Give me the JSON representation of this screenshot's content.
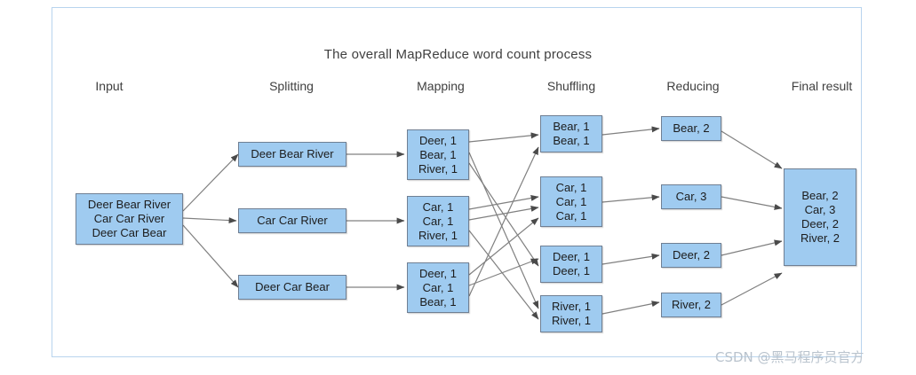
{
  "figure": {
    "title": "The overall MapReduce word count process",
    "watermark": "CSDN @黑马程序员官方",
    "colors": {
      "node_fill": "#9fcbf0",
      "node_border": "#6f7f93",
      "frame_border": "#b8d4ee",
      "wire": "#808080",
      "text": "#1c1c1c",
      "watermark": "#b9c3cd"
    }
  },
  "columns": [
    {
      "label": "Input"
    },
    {
      "label": "Splitting"
    },
    {
      "label": "Mapping"
    },
    {
      "label": "Shuffling"
    },
    {
      "label": "Reducing"
    },
    {
      "label": "Final result"
    }
  ],
  "input": {
    "lines": [
      "Deer Bear River",
      "Car Car River",
      "Deer Car Bear"
    ]
  },
  "splitting": [
    {
      "lines": [
        "Deer Bear River"
      ]
    },
    {
      "lines": [
        "Car Car River"
      ]
    },
    {
      "lines": [
        "Deer Car Bear"
      ]
    }
  ],
  "mapping": [
    {
      "lines": [
        "Deer, 1",
        "Bear, 1",
        "River, 1"
      ]
    },
    {
      "lines": [
        "Car, 1",
        "Car, 1",
        "River, 1"
      ]
    },
    {
      "lines": [
        "Deer, 1",
        "Car, 1",
        "Bear, 1"
      ]
    }
  ],
  "shuffling": [
    {
      "lines": [
        "Bear, 1",
        "Bear, 1"
      ]
    },
    {
      "lines": [
        "Car, 1",
        "Car, 1",
        "Car, 1"
      ]
    },
    {
      "lines": [
        "Deer, 1",
        "Deer, 1"
      ]
    },
    {
      "lines": [
        "River, 1",
        "River, 1"
      ]
    }
  ],
  "reducing": [
    {
      "lines": [
        "Bear, 2"
      ]
    },
    {
      "lines": [
        "Car, 3"
      ]
    },
    {
      "lines": [
        "Deer, 2"
      ]
    },
    {
      "lines": [
        "River, 2"
      ]
    }
  ],
  "final": {
    "lines": [
      "Bear, 2",
      "Car, 3",
      "Deer, 2",
      "River, 2"
    ]
  }
}
